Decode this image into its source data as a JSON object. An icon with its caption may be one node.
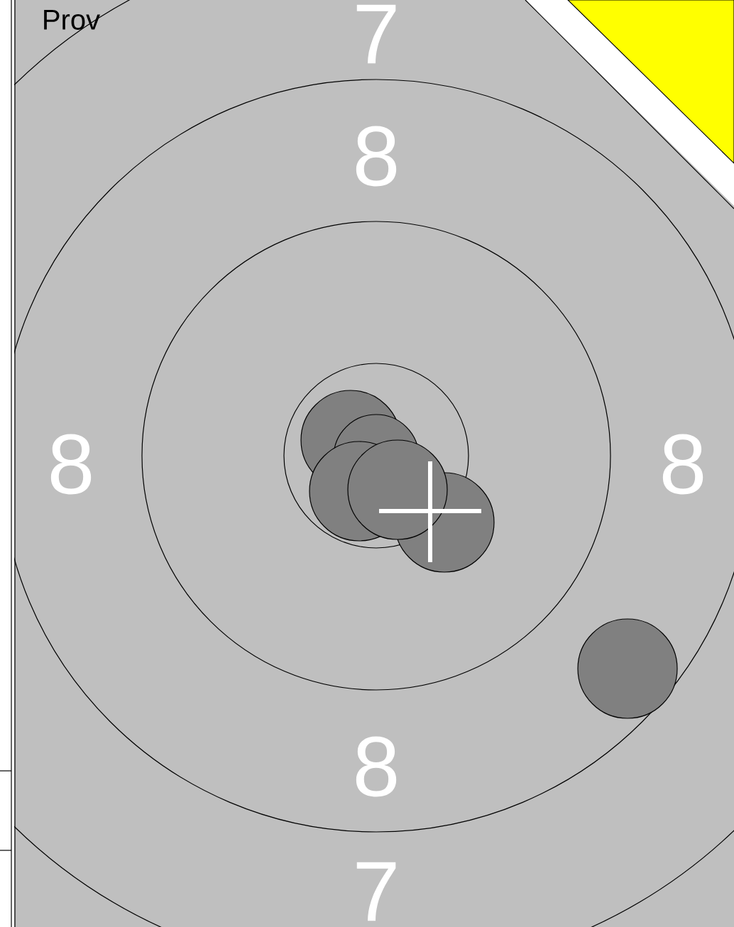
{
  "diagram": {
    "labels": [
      "Prov",
      "7",
      "8",
      "8",
      "8",
      "8",
      "7"
    ]
  }
}
